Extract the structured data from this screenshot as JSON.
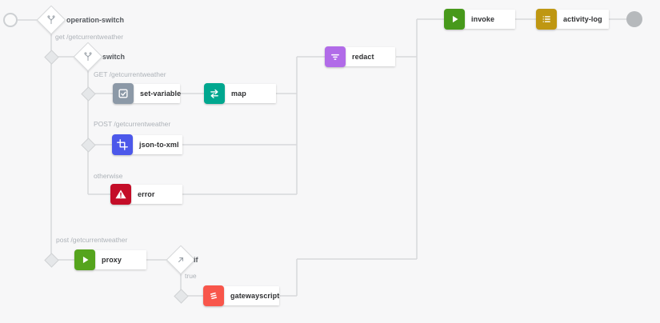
{
  "palette": {
    "background": "#f7f7f8",
    "connector_line": "#d7d8da",
    "glyph_gray": "#9aa1a8"
  },
  "diamonds": {
    "operation_switch": {
      "label": "operation-switch",
      "icon": "branch-icon"
    },
    "switch": {
      "label": "switch",
      "icon": "branch-icon"
    },
    "if": {
      "label": "if",
      "icon": "arrow-up-right-icon"
    }
  },
  "conditions": {
    "op_get": "get /getcurrentweather",
    "case_get": "GET /getcurrentweather",
    "case_post": "POST /getcurrentweather",
    "otherwise": "otherwise",
    "op_post": "post /getcurrentweather",
    "if_true": "true"
  },
  "policies": {
    "set_variable": {
      "label": "set-variable",
      "color": "#8c99a7",
      "icon": "checkbox-icon"
    },
    "map": {
      "label": "map",
      "color": "#00a78f",
      "icon": "swap-arrows-icon"
    },
    "json_to_xml": {
      "label": "json-to-xml",
      "color": "#4c58ea",
      "icon": "crop-icon"
    },
    "error": {
      "label": "error",
      "color": "#c40d28",
      "icon": "warning-icon"
    },
    "proxy": {
      "label": "proxy",
      "color": "#55a41d",
      "icon": "play-icon"
    },
    "gatewayscript": {
      "label": "gatewayscript",
      "color": "#f8564b",
      "icon": "script-icon"
    },
    "redact": {
      "label": "redact",
      "color": "#b16be8",
      "icon": "filter-icon"
    },
    "invoke": {
      "label": "invoke",
      "color": "#47991b",
      "icon": "play-icon"
    },
    "activity_log": {
      "label": "activity-log",
      "color": "#bf9712",
      "icon": "list-icon"
    }
  }
}
